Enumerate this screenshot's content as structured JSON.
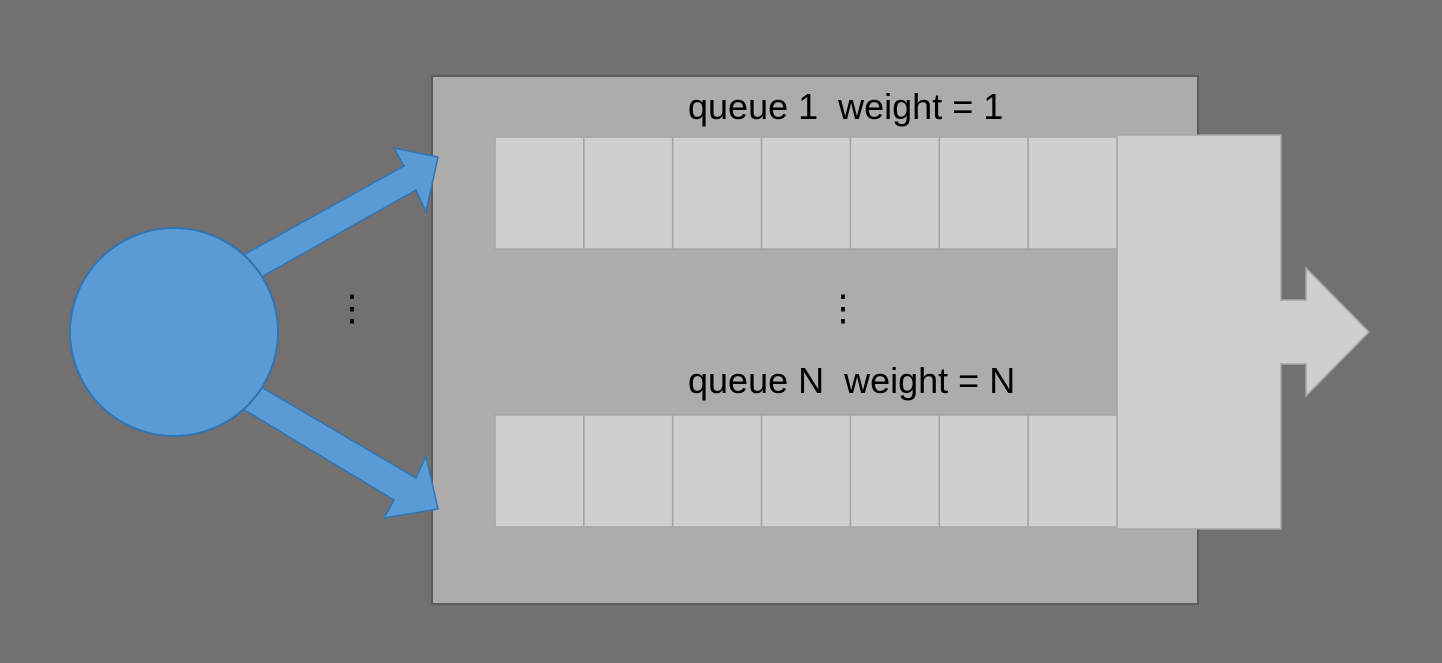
{
  "colors": {
    "background": "#747070",
    "scheduler_box": "#AEABAB",
    "queue_slot": "#D0CECE",
    "source_blue": "#5B9BD5",
    "source_stroke": "#2E75B6",
    "text": "#000000"
  },
  "diagram": {
    "source": {
      "label": ""
    },
    "queues": [
      {
        "label": "queue 1  weight = 1",
        "slots": 7
      },
      {
        "label": "queue N  weight = N",
        "slots": 7
      }
    ],
    "source_ellipsis": "⋮",
    "queue_ellipsis": "⋮"
  }
}
